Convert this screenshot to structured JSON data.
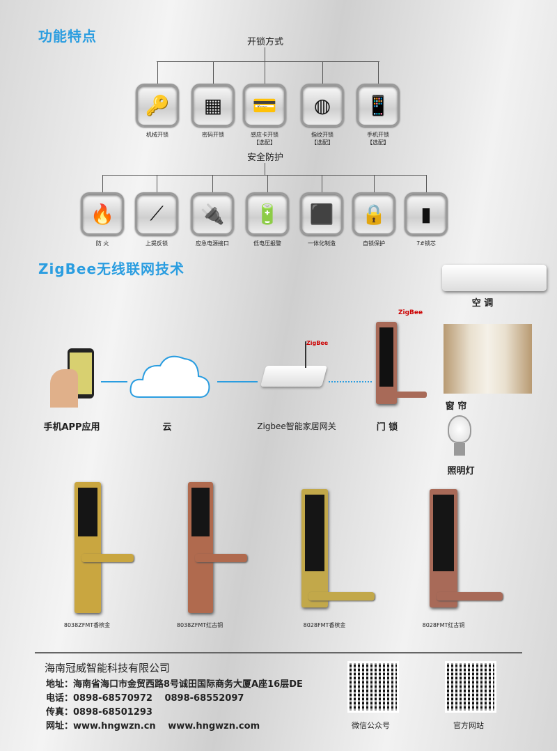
{
  "features": {
    "title": "功能特点",
    "unlock": {
      "title": "开锁方式",
      "items": [
        {
          "label": "机械开锁",
          "sub": "",
          "icon": "key-icon",
          "glyph": "🔑"
        },
        {
          "label": "密码开锁",
          "sub": "",
          "icon": "keypad-icon",
          "glyph": "▦"
        },
        {
          "label": "感应卡开锁",
          "sub": "【选配】",
          "icon": "card-icon",
          "glyph": "💳"
        },
        {
          "label": "指纹开锁",
          "sub": "【选配】",
          "icon": "fingerprint-icon",
          "glyph": "◍"
        },
        {
          "label": "手机开锁",
          "sub": "【选配】",
          "icon": "phone-icon",
          "glyph": "📱"
        }
      ]
    },
    "security": {
      "title": "安全防护",
      "items": [
        {
          "label": "防 火",
          "icon": "fire-icon",
          "glyph": "🔥"
        },
        {
          "label": "上提反锁",
          "icon": "handle-icon",
          "glyph": "⟋"
        },
        {
          "label": "应急电源接口",
          "icon": "plug-icon",
          "glyph": "🔌"
        },
        {
          "label": "低电压报警",
          "icon": "battery-icon",
          "glyph": "🔋"
        },
        {
          "label": "一体化制造",
          "icon": "cube-icon",
          "glyph": "⬛"
        },
        {
          "label": "自锁保护",
          "icon": "padlock-icon",
          "glyph": "🔒"
        },
        {
          "label": "7#锁芯",
          "icon": "lock-core-icon",
          "glyph": "▮"
        }
      ]
    }
  },
  "zigbee": {
    "title": "ZigBee无线联网技术",
    "logo": "ZigBee",
    "labels": {
      "phone": "手机APP应用",
      "cloud": "云",
      "gateway": "Zigbee智能家居网关",
      "lock": "门 锁",
      "ac": "空 调",
      "curtain": "窗 帘",
      "light": "照明灯"
    }
  },
  "products": [
    {
      "name": "8038ZFMT香槟金",
      "color": "#c9a640"
    },
    {
      "name": "8038ZFMT红古铜",
      "color": "#b06a4e"
    },
    {
      "name": "8028FMT香槟金",
      "color": "#c2a84a"
    },
    {
      "name": "8028FMT红古铜",
      "color": "#a86a58"
    }
  ],
  "footer": {
    "company": "海南冠威智能科技有限公司",
    "address": "地址：海南省海口市金贸西路8号诚田国际商务大厦A座16层DE",
    "phone": "电话：0898-68570972　 0898-68552097",
    "fax": "传真：0898-68501293",
    "web": "网址：www.hngwzn.cn　 www.hngwzn.com",
    "qr1": "微信公众号",
    "qr2": "官方网站"
  },
  "colors": {
    "accent": "#2a9de0"
  }
}
